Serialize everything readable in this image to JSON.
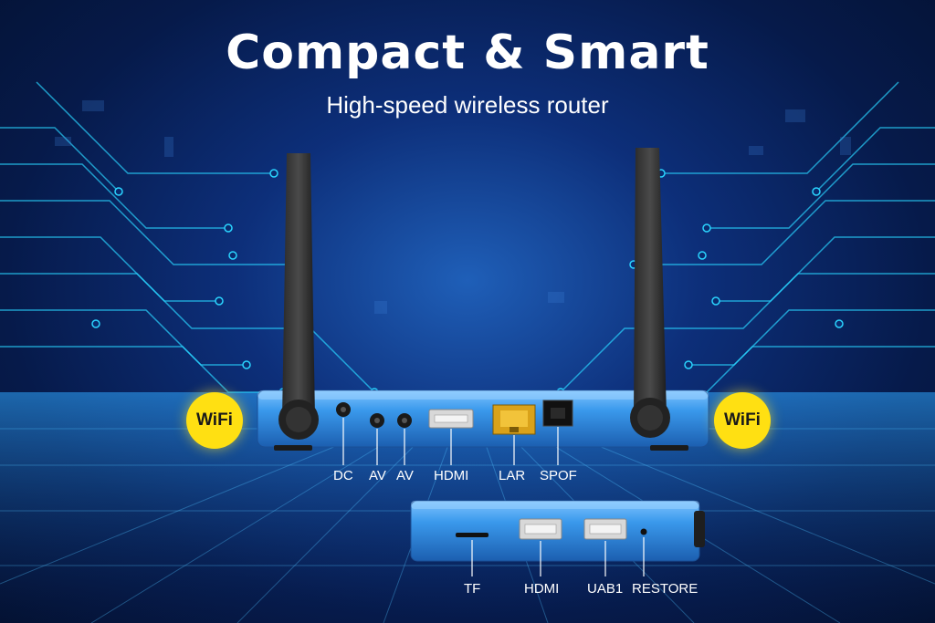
{
  "headline": "Compact & Smart",
  "subheadline": "High-speed wireless router",
  "badges": {
    "left": "WiFi",
    "right": "WiFi"
  },
  "rear_ports": [
    "DC",
    "AV",
    "AV",
    "HDMI",
    "LAR",
    "SPOF"
  ],
  "side_ports": [
    "TF",
    "HDMI",
    "UAB1",
    "RESTORE"
  ],
  "colors": {
    "background": "#0a2a6e",
    "device_body": "#2f8ee0",
    "badge": "#ffe012",
    "circuit": "#2ad4ff"
  }
}
